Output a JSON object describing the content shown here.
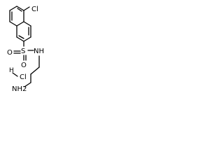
{
  "structure": {
    "labels": {
      "chlorine_top": "Cl",
      "sulfur": "S",
      "oxygen_left": "O",
      "oxygen_right": "O",
      "nh": "NH",
      "hydrogen": "H",
      "chlorine_salt": "Cl",
      "amine": "NH2"
    }
  }
}
